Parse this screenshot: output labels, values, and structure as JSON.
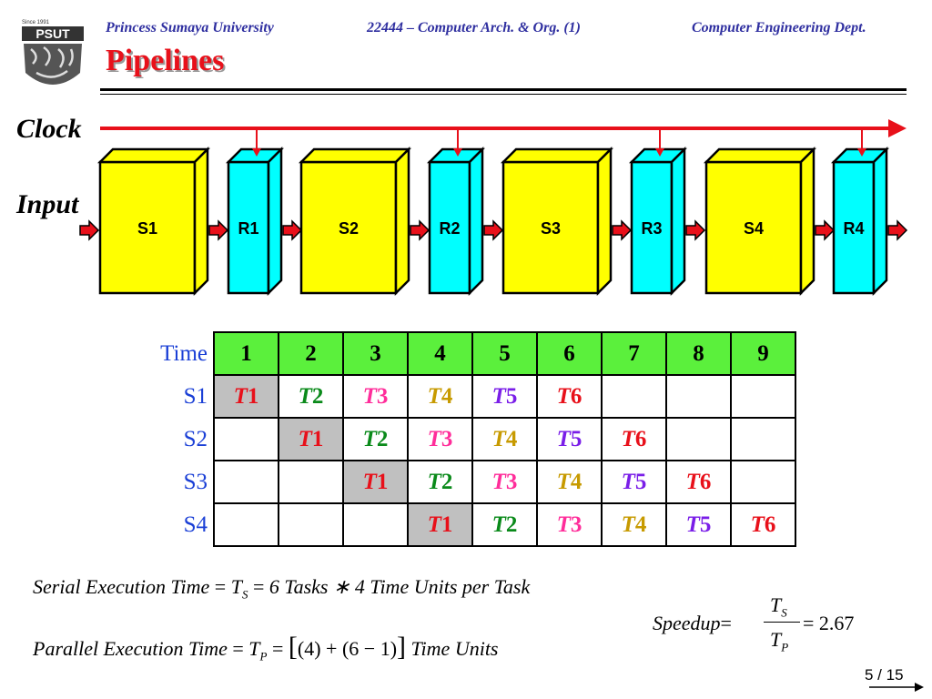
{
  "header": {
    "university": "Princess Sumaya University",
    "course": "22444 – Computer Arch. & Org. (1)",
    "dept": "Computer Engineering Dept.",
    "title": "Pipelines"
  },
  "logo": {
    "text": "PSUT",
    "since": "Since 1991"
  },
  "diagram": {
    "clock_label": "Clock",
    "input_label": "Input",
    "stages": [
      "S1",
      "S2",
      "S3",
      "S4"
    ],
    "registers": [
      "R1",
      "R2",
      "R3",
      "R4"
    ],
    "colors": {
      "stage": "#ffff00",
      "register": "#00ffff",
      "arrow": "#e8101a",
      "clock": "#e8101a"
    }
  },
  "table": {
    "time_label": "Time",
    "times": [
      "1",
      "2",
      "3",
      "4",
      "5",
      "6",
      "7",
      "8",
      "9"
    ],
    "rows": [
      {
        "label": "S1",
        "cells": [
          "1",
          "2",
          "3",
          "4",
          "5",
          "6",
          "",
          "",
          ""
        ]
      },
      {
        "label": "S2",
        "cells": [
          "",
          "1",
          "2",
          "3",
          "4",
          "5",
          "6",
          "",
          ""
        ]
      },
      {
        "label": "S3",
        "cells": [
          "",
          "",
          "1",
          "2",
          "3",
          "4",
          "5",
          "6",
          ""
        ]
      },
      {
        "label": "S4",
        "cells": [
          "",
          "",
          "",
          "1",
          "2",
          "3",
          "4",
          "5",
          "6"
        ]
      }
    ],
    "task_prefix": "T",
    "task_colors": {
      "1": "#e8101a",
      "2": "#0a8a1a",
      "3": "#ff2d9a",
      "4": "#c79a00",
      "5": "#7a1ee8",
      "6": "#e8101a"
    },
    "colors": {
      "header": "#5bf03c",
      "shade": "#c0c0c0",
      "labels": "#1a3fd6"
    }
  },
  "formulas": {
    "serial": {
      "lhs": "Serial Execution Time",
      "var": "T",
      "sub": "S",
      "rhs": "6 Tasks ∗ 4 Time Units per Task"
    },
    "parallel": {
      "lhs": "Parallel Execution Time",
      "var": "T",
      "sub": "P",
      "bracket": "(4) + (6 − 1)",
      "rhs": "Time Units"
    },
    "speedup": {
      "label": "Speedup",
      "num_var": "T",
      "num_sub": "S",
      "den_var": "T",
      "den_sub": "P",
      "value": "2.67"
    }
  },
  "page": {
    "number": "5 / 15"
  }
}
